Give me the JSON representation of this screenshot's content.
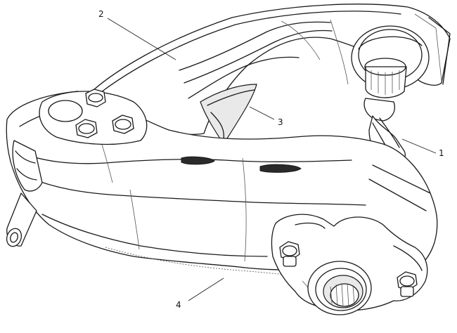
{
  "callouts": [
    {
      "id": "1",
      "label": "1"
    },
    {
      "id": "2",
      "label": "2"
    },
    {
      "id": "3",
      "label": "3"
    },
    {
      "id": "4",
      "label": "4"
    }
  ]
}
